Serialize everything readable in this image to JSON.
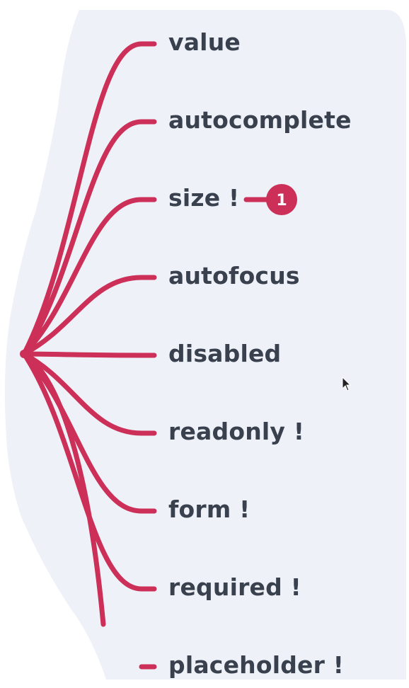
{
  "mindmap": {
    "branch_color": "#cc2f57",
    "background_color": "#eef1f7",
    "label_color": "#3a414e",
    "nodes": [
      {
        "label": "value"
      },
      {
        "label": "autocomplete"
      },
      {
        "label": "size !",
        "badge": "1"
      },
      {
        "label": "autofocus"
      },
      {
        "label": "disabled"
      },
      {
        "label": "readonly !"
      },
      {
        "label": "form !"
      },
      {
        "label": "required !"
      },
      {
        "label": "placeholder !"
      }
    ]
  },
  "cursor": {
    "icon": "pointer-arrow-icon"
  }
}
